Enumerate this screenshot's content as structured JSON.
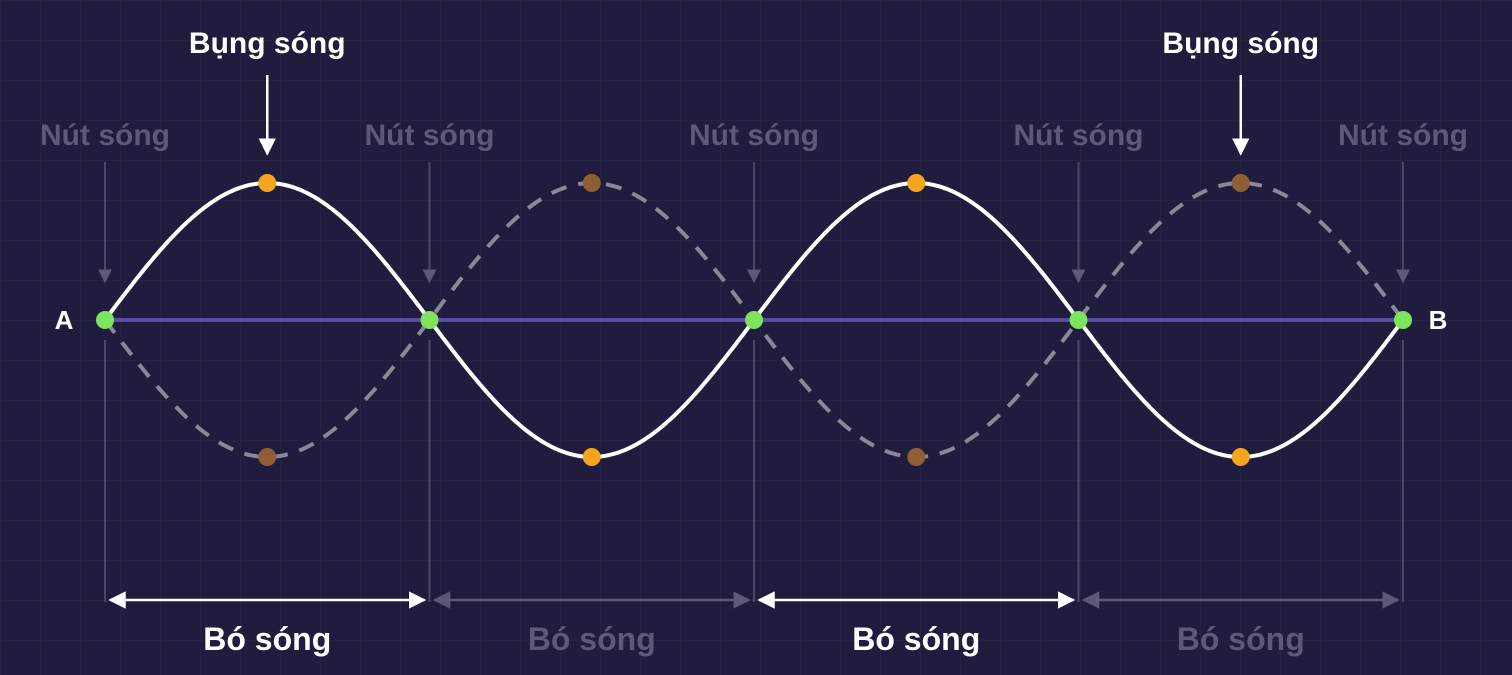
{
  "endpoints": {
    "start": "A",
    "end": "B"
  },
  "node_label": "Nút sóng",
  "antinode_label": "Bụng sóng",
  "loop_label": "Bó sóng",
  "node_count": 5,
  "loop_count": 4,
  "highlighted_antinodes": [
    0,
    3
  ],
  "highlighted_loops": [
    0,
    2
  ],
  "colors": {
    "background": "#201c3d",
    "grid": "#2b2748",
    "string": "#5a4b9e",
    "wave_solid": "#ffffff",
    "wave_dashed": "#8a8799",
    "node_dot": "#7ee35d",
    "antinode_dot": "#f5a51e",
    "antinode_dot_dim": "#8e5e34",
    "label_bright": "#ffffff",
    "label_dim": "#5d5a78",
    "guide_line": "#4b4768"
  }
}
